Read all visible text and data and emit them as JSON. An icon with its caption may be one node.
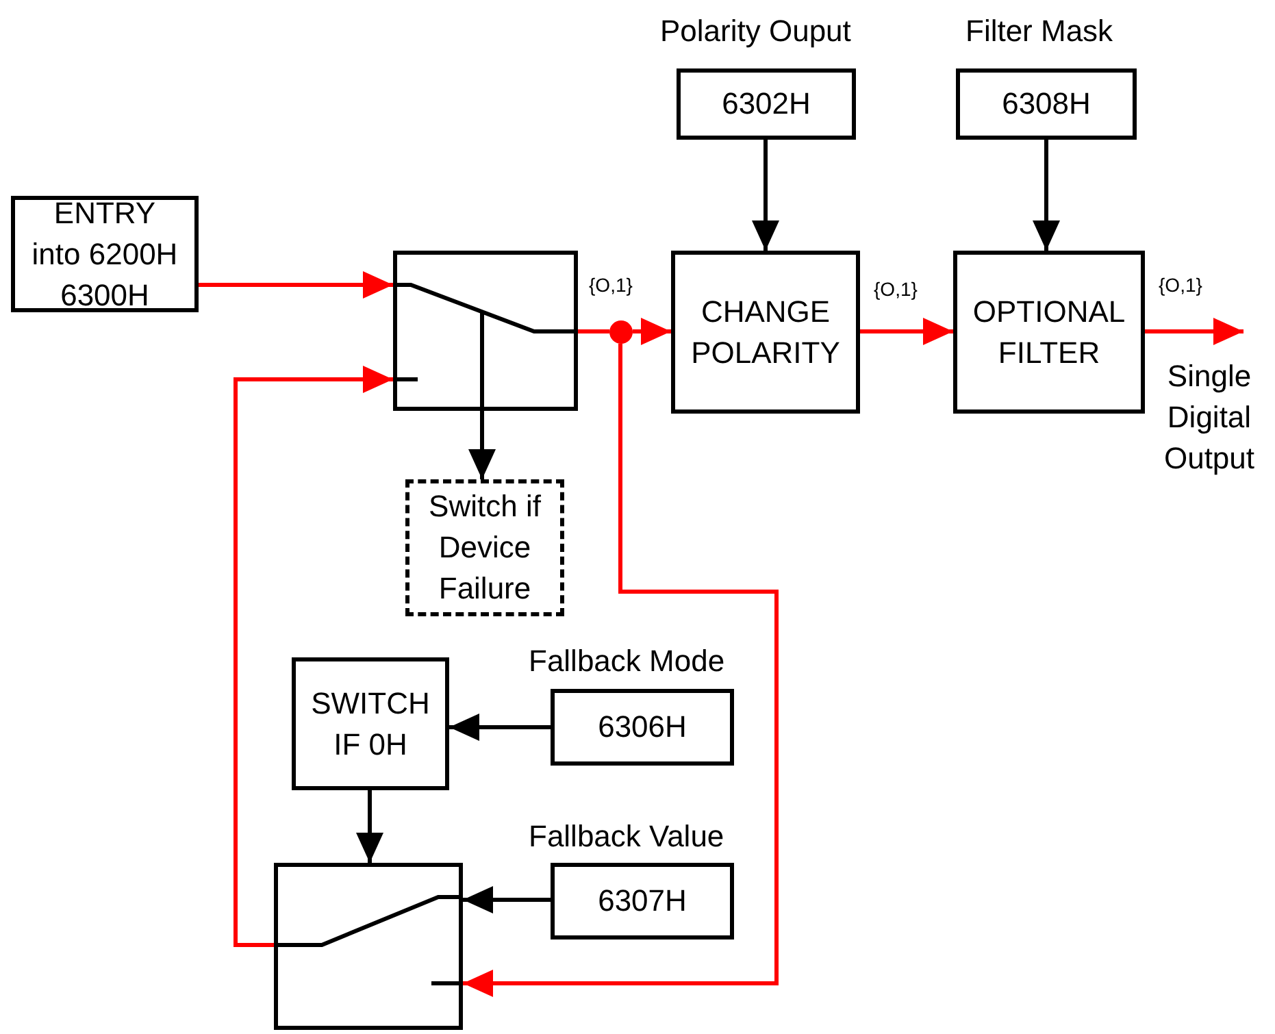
{
  "diagram": {
    "nodes": [
      {
        "text": [
          "ENTRY into 6200H 6300H"
        ]
      },
      {
        "text": [],
        "shape": "box"
      },
      {
        "text": [
          "Switch if Device Failure"
        ]
      },
      {
        "text": [
          "6302H"
        ],
        "beside": [
          "Polarity Ouput"
        ]
      },
      {
        "text": [
          "CHANGE POLARITY"
        ]
      },
      {
        "text": [
          "6308H"
        ],
        "beside": [
          "Filter Mask"
        ]
      },
      {
        "text": [
          "OPTIONAL FILTER"
        ]
      },
      {
        "text": [
          "SWITCH IF 0H"
        ]
      },
      {
        "text": [
          "6306H"
        ],
        "beside": [
          "Fallback Mode"
        ]
      },
      {
        "text": [],
        "shape": "box"
      },
      {
        "text": [
          "6307H"
        ],
        "beside": [
          "Fallback Value"
        ]
      },
      {
        "text": [],
        "shape": "circle"
      }
    ],
    "edges": [
      {
        "from": 0,
        "to": 1,
        "arrow": "to"
      },
      {
        "from": 1,
        "to": 11,
        "arrow": "none",
        "label": "{O,1}"
      },
      {
        "from": 11,
        "to": 4,
        "arrow": "to"
      },
      {
        "from": 11,
        "to": 9,
        "arrow": "to"
      },
      {
        "from": 9,
        "to": 1,
        "arrow": "to"
      },
      {
        "from": 1,
        "to": 2,
        "arrow": "to",
        "color": "#000000"
      },
      {
        "from": 3,
        "to": 4,
        "arrow": "to",
        "color": "#000000"
      },
      {
        "from": 4,
        "to": 6,
        "arrow": "to",
        "label": "{O,1}"
      },
      {
        "from": 5,
        "to": 6,
        "arrow": "to",
        "color": "#000000"
      },
      {
        "from": 6,
        "to": null,
        "arrow": "to",
        "label": "{O,1}"
      },
      {
        "from": 8,
        "to": 7,
        "arrow": "to",
        "color": "#000000"
      },
      {
        "from": 7,
        "to": 9,
        "arrow": "to",
        "color": "#000000"
      },
      {
        "from": 10,
        "to": 9,
        "arrow": "to",
        "color": "#000000"
      }
    ],
    "labels": [
      "Single Digital Output"
    ]
  }
}
